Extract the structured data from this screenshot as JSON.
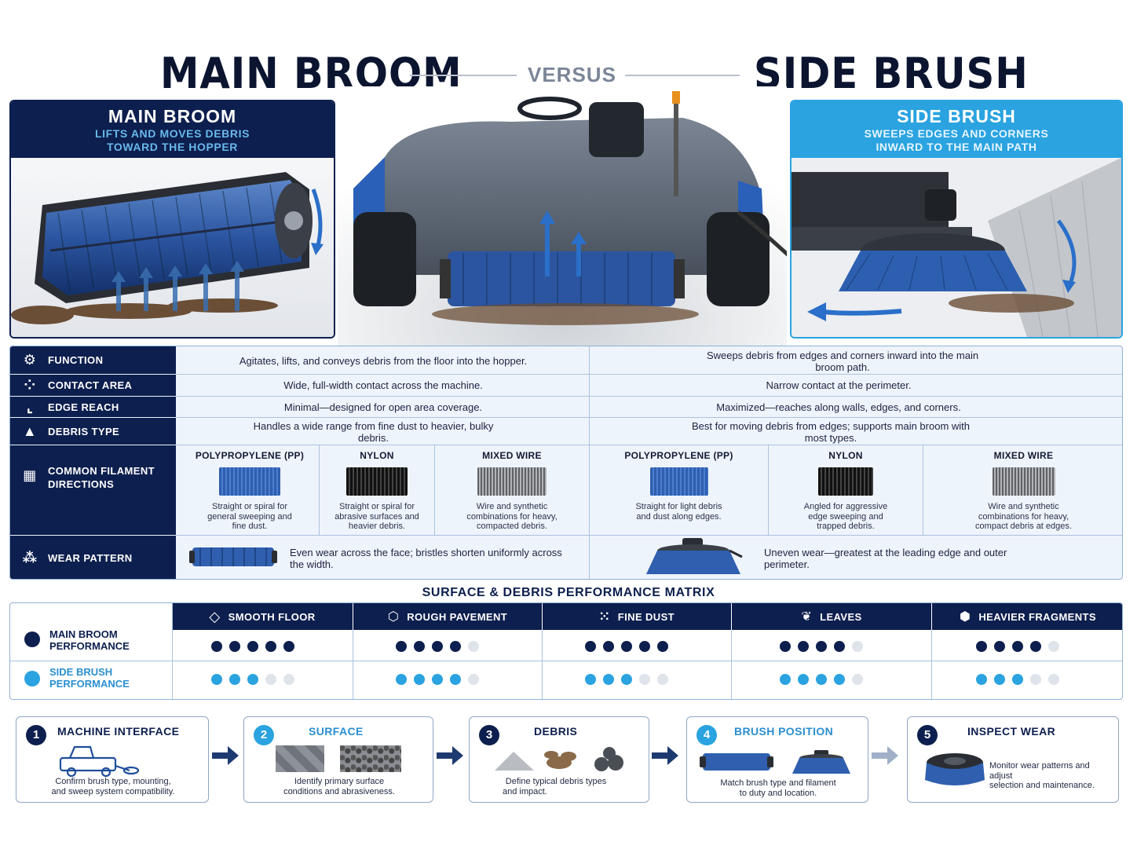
{
  "header": {
    "title_left": "MAIN BROOM",
    "versus": "VERSUS",
    "title_right": "SIDE BRUSH"
  },
  "main_panel": {
    "title": "MAIN BROOM",
    "subtitle_1": "LIFTS AND MOVES DEBRIS",
    "subtitle_2": "TOWARD THE HOPPER"
  },
  "side_panel": {
    "title": "SIDE BRUSH",
    "subtitle_1": "SWEEPS EDGES AND CORNERS",
    "subtitle_2": "INWARD TO THE MAIN PATH"
  },
  "comparison": {
    "rows": [
      {
        "label": "FUNCTION",
        "icon": "gear-icon",
        "main": "Agitates, lifts, and conveys debris from the floor into the hopper.",
        "side": "Sweeps debris from edges and corners inward into the main broom path."
      },
      {
        "label": "CONTACT AREA",
        "icon": "dotted-circle-icon",
        "main": "Wide, full-width contact across the machine.",
        "side": "Narrow contact at the perimeter."
      },
      {
        "label": "EDGE REACH",
        "icon": "corner-bracket-icon",
        "main": "Minimal—designed for open area coverage.",
        "side": "Maximized—reaches along walls, edges, and corners."
      },
      {
        "label": "DEBRIS TYPE",
        "icon": "debris-pile-icon",
        "main": "Handles a wide range from fine dust to heavier, bulky debris.",
        "side": "Best for moving debris from edges; supports main broom with most types."
      }
    ],
    "filament_label_1": "COMMON FILAMENT",
    "filament_label_2": "DIRECTIONS",
    "filament_icon": "filament-grid-icon",
    "main_filaments": [
      {
        "name": "POLYPROPYLENE (PP)",
        "desc": "Straight or spiral for general sweeping and fine dust.",
        "color": "#2f5fae"
      },
      {
        "name": "NYLON",
        "desc": "Straight or spiral for abrasive surfaces and heavier debris.",
        "color": "#1a1a1a"
      },
      {
        "name": "MIXED WIRE",
        "desc": "Wire and synthetic combinations for heavy, compacted debris.",
        "color": "#6d6f74"
      }
    ],
    "side_filaments": [
      {
        "name": "POLYPROPYLENE (PP)",
        "desc": "Straight for light debris and dust along edges.",
        "color": "#2f5fae"
      },
      {
        "name": "NYLON",
        "desc": "Angled for aggressive edge sweeping and trapped debris.",
        "color": "#1a1a1a"
      },
      {
        "name": "MIXED WIRE",
        "desc": "Wire and synthetic combinations for heavy, compact debris at edges.",
        "color": "#6d6f74"
      }
    ],
    "wear": {
      "label": "WEAR PATTERN",
      "icon": "wear-bristle-icon",
      "main": "Even wear across the face; bristles shorten uniformly across the width.",
      "side": "Uneven wear—greatest at the leading edge and outer perimeter."
    }
  },
  "matrix": {
    "title": "SURFACE & DEBRIS PERFORMANCE MATRIX",
    "columns": [
      {
        "label": "SMOOTH FLOOR",
        "icon": "tile-diamond-icon"
      },
      {
        "label": "ROUGH PAVEMENT",
        "icon": "rocks-icon"
      },
      {
        "label": "FINE DUST",
        "icon": "dust-particles-icon"
      },
      {
        "label": "LEAVES",
        "icon": "leaf-icon"
      },
      {
        "label": "HEAVIER FRAGMENTS",
        "icon": "fragments-icon"
      }
    ],
    "rows": [
      {
        "label_1": "MAIN BROOM",
        "label_2": "PERFORMANCE",
        "color": "#0d1f4e",
        "ratings": [
          5,
          4,
          5,
          4,
          4
        ]
      },
      {
        "label_1": "SIDE BRUSH",
        "label_2": "PERFORMANCE",
        "color": "#2aa3e0",
        "ratings": [
          3,
          4,
          3,
          4,
          3
        ]
      }
    ],
    "max_rating": 5,
    "empty_color": "#dfe3ea"
  },
  "steps": [
    {
      "num": "1",
      "title": "MACHINE INTERFACE",
      "desc_1": "Confirm brush type, mounting,",
      "desc_2": "and sweep system compatibility.",
      "accent": "dark"
    },
    {
      "num": "2",
      "title": "SURFACE",
      "desc_1": "Identify primary surface",
      "desc_2": "conditions and abrasiveness.",
      "accent": "blue"
    },
    {
      "num": "3",
      "title": "DEBRIS",
      "desc_1": "Define typical debris types",
      "desc_2": "and impact.",
      "accent": "dark"
    },
    {
      "num": "4",
      "title": "BRUSH POSITION",
      "desc_1": "Match brush type and filament",
      "desc_2": "to duty and location.",
      "accent": "blue"
    },
    {
      "num": "5",
      "title": "INSPECT WEAR",
      "desc_1": "Monitor wear patterns and adjust",
      "desc_2": "selection and maintenance.",
      "accent": "dark"
    }
  ],
  "colors": {
    "navy": "#0d1f4e",
    "accent_blue": "#2aa3e0",
    "brush_blue": "#2f5fae"
  }
}
